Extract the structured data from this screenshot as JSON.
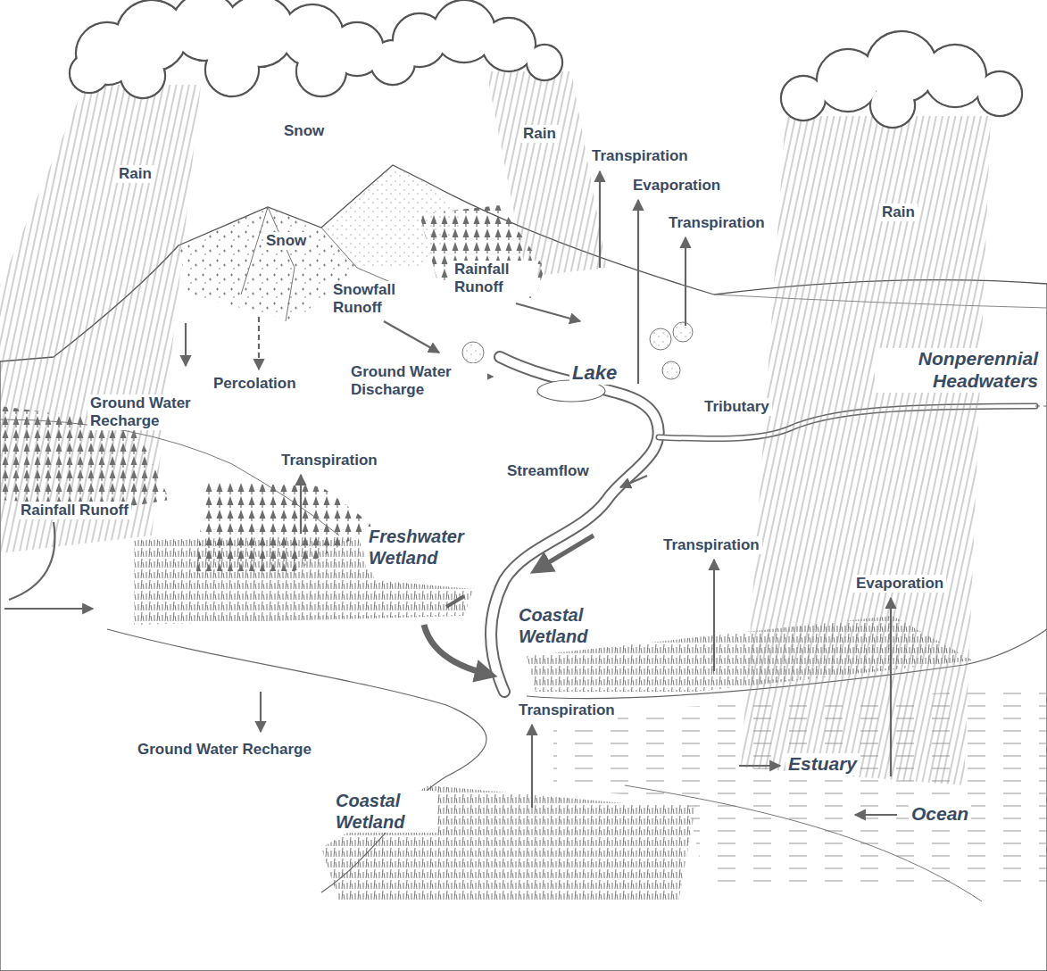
{
  "diagram": {
    "labels": [
      "Rain",
      "Snow",
      "Rain",
      "Transpiration",
      "Evaporation",
      "Transpiration",
      "Rain",
      "Snow",
      "Rainfall Runoff",
      "Snowfall Runoff",
      "Percolation",
      "Ground Water Recharge",
      "Ground Water Discharge",
      "Lake",
      "Nonperennial Headwaters",
      "Tributary",
      "Streamflow",
      "Transpiration",
      "Rainfall Runoff",
      "Freshwater Wetland",
      "Transpiration",
      "Evaporation",
      "Coastal Wetland",
      "Transpiration",
      "Ground Water Recharge",
      "Estuary",
      "Coastal Wetland",
      "Ocean"
    ]
  }
}
